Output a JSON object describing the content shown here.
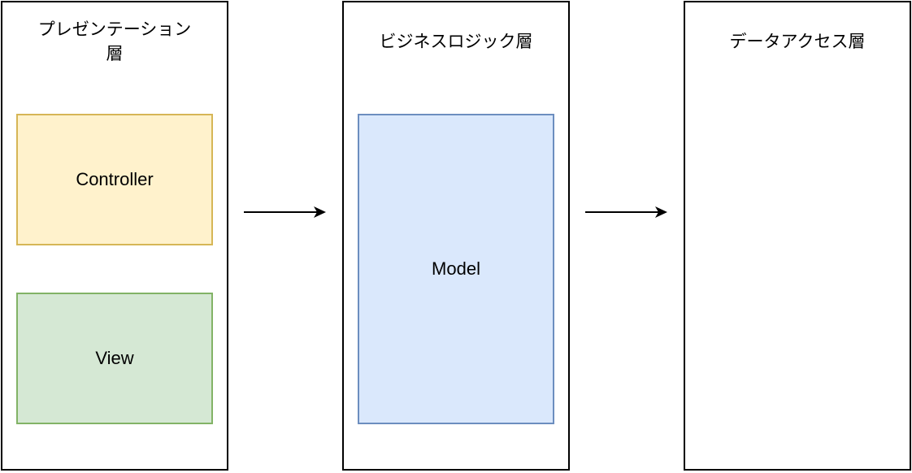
{
  "diagram": {
    "layers": [
      {
        "id": "presentation",
        "title": "プレゼンテーション\n層"
      },
      {
        "id": "business",
        "title": "ビジネスロジック層"
      },
      {
        "id": "data",
        "title": "データアクセス層"
      }
    ],
    "components": {
      "controller": {
        "label": "Controller",
        "fill": "#fff2cc",
        "stroke": "#d6b656"
      },
      "view": {
        "label": "View",
        "fill": "#d5e8d4",
        "stroke": "#82b366"
      },
      "model": {
        "label": "Model",
        "fill": "#dae8fc",
        "stroke": "#6c8ebf"
      }
    },
    "arrows": [
      {
        "from": "presentation",
        "to": "business"
      },
      {
        "from": "business",
        "to": "data"
      }
    ]
  }
}
